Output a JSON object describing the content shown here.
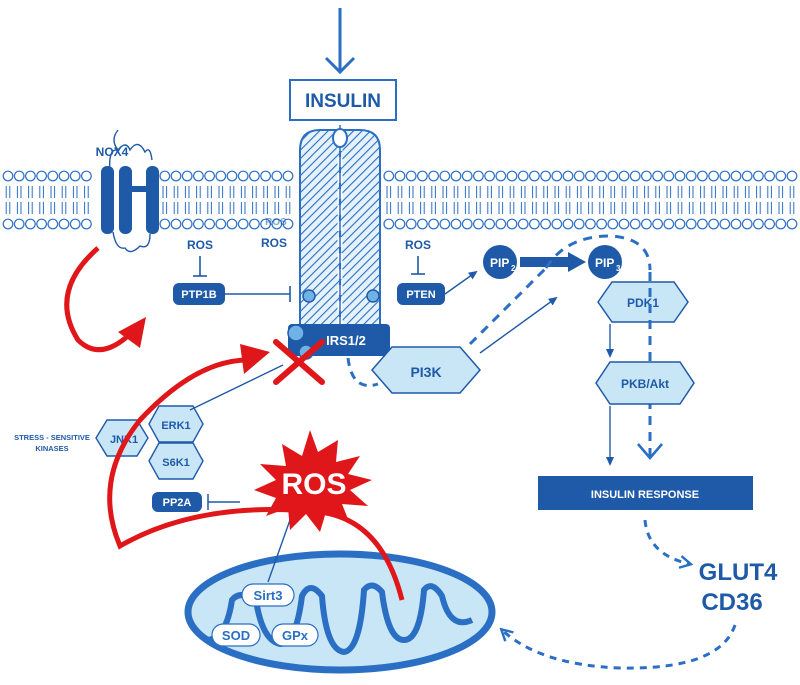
{
  "labels": {
    "insulin": "INSULIN",
    "nox4": "NOX4",
    "ros_ptp1b": "ROS",
    "ros_receptor": "ROS",
    "ros_pten": "ROS",
    "ros_hidden": "ROS",
    "ros_main": "ROS",
    "ptp1b": "PTP1B",
    "pten": "PTEN",
    "irs": "IRS1/2",
    "pi3k": "PI3K",
    "pip2_main": "PIP",
    "pip2_sub": "2",
    "pip3_main": "PIP",
    "pip3_sub": "3",
    "pdk1": "PDK1",
    "pkb": "PKB/Akt",
    "insulin_response": "INSULIN RESPONSE",
    "glut4": "GLUT4",
    "cd36": "CD36",
    "stress_line1": "STRESS - SENSITIVE",
    "stress_line2": "KINASES",
    "jnk1": "JNK1",
    "erk1": "ERK1",
    "s6k1": "S6K1",
    "pp2a": "PP2A",
    "sirt3": "Sirt3",
    "sod": "SOD",
    "gpx": "GPx"
  },
  "colors": {
    "blue_dark": "#1f5aa8",
    "blue_mid": "#2a6fc4",
    "blue_light": "#c9e6f7",
    "red": "#e0171a",
    "white": "#ffffff"
  }
}
